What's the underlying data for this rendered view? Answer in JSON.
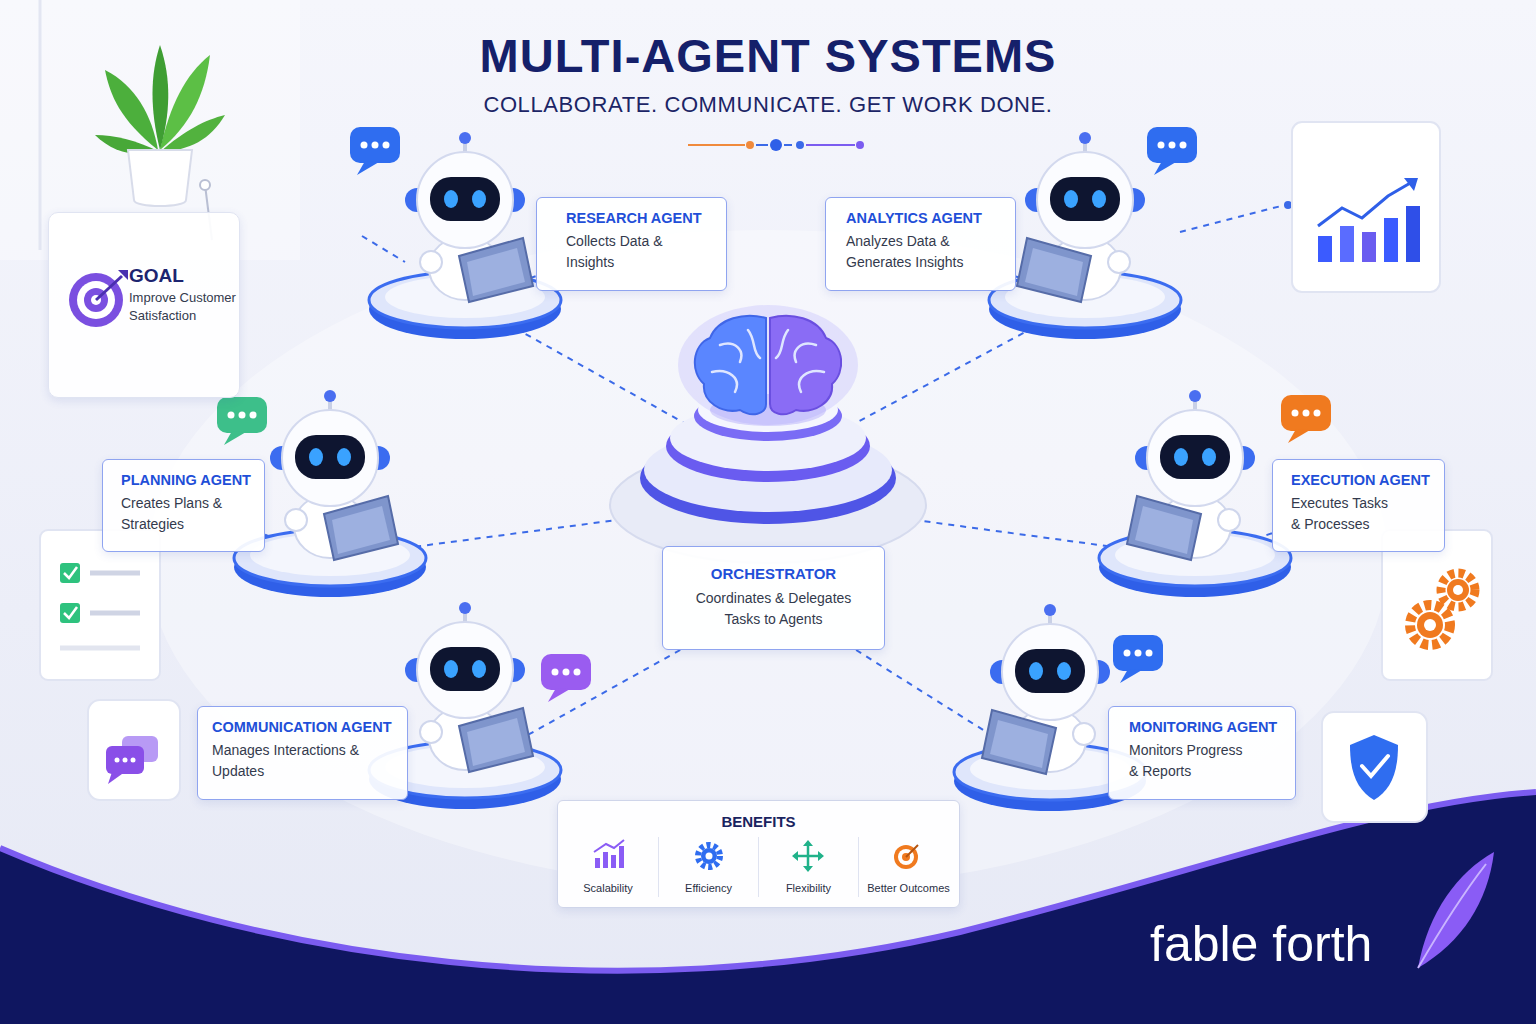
{
  "diagram": {
    "title": "MULTI-AGENT SYSTEMS",
    "nodes": [
      {
        "text": [
          "GOAL",
          "Improve Customer Satisfaction"
        ]
      },
      {
        "text": [
          "RESEARCH AGENT",
          "Collects Data & Insights"
        ]
      },
      {
        "text": [
          "ANALYTICS AGENT",
          "Analyzes Data & Generates Insights"
        ]
      },
      {
        "text": [
          "PLANNING AGENT",
          "Creates Plans & Strategies"
        ]
      },
      {
        "text": [
          "ORCHESTRATOR",
          "Coordinates & Delegates Tasks to Agents"
        ]
      },
      {
        "text": [
          "EXECUTION AGENT",
          "Executes Tasks & Processes"
        ]
      },
      {
        "text": [
          "COMMUNICATION AGENT",
          "Manages Interactions & Updates"
        ]
      },
      {
        "text": [
          "MONITORING AGENT",
          "Monitors Progress & Reports"
        ]
      },
      {
        "text": [
          "BENEFITS",
          "Scalability",
          "Efficiency",
          "Flexibility",
          "Better Outcomes"
        ]
      }
    ],
    "edges": [
      {
        "from": 4,
        "to": 1,
        "arrow": "none"
      },
      {
        "from": 4,
        "to": 2,
        "arrow": "none"
      },
      {
        "from": 4,
        "to": 3,
        "arrow": "none"
      },
      {
        "from": 4,
        "to": 5,
        "arrow": "none"
      },
      {
        "from": 4,
        "to": 6,
        "arrow": "none"
      },
      {
        "from": 4,
        "to": 7,
        "arrow": "none"
      }
    ],
    "labels": [
      "COLLABORATE. COMMUNICATE. GET WORK DONE.",
      "fable forth"
    ]
  }
}
